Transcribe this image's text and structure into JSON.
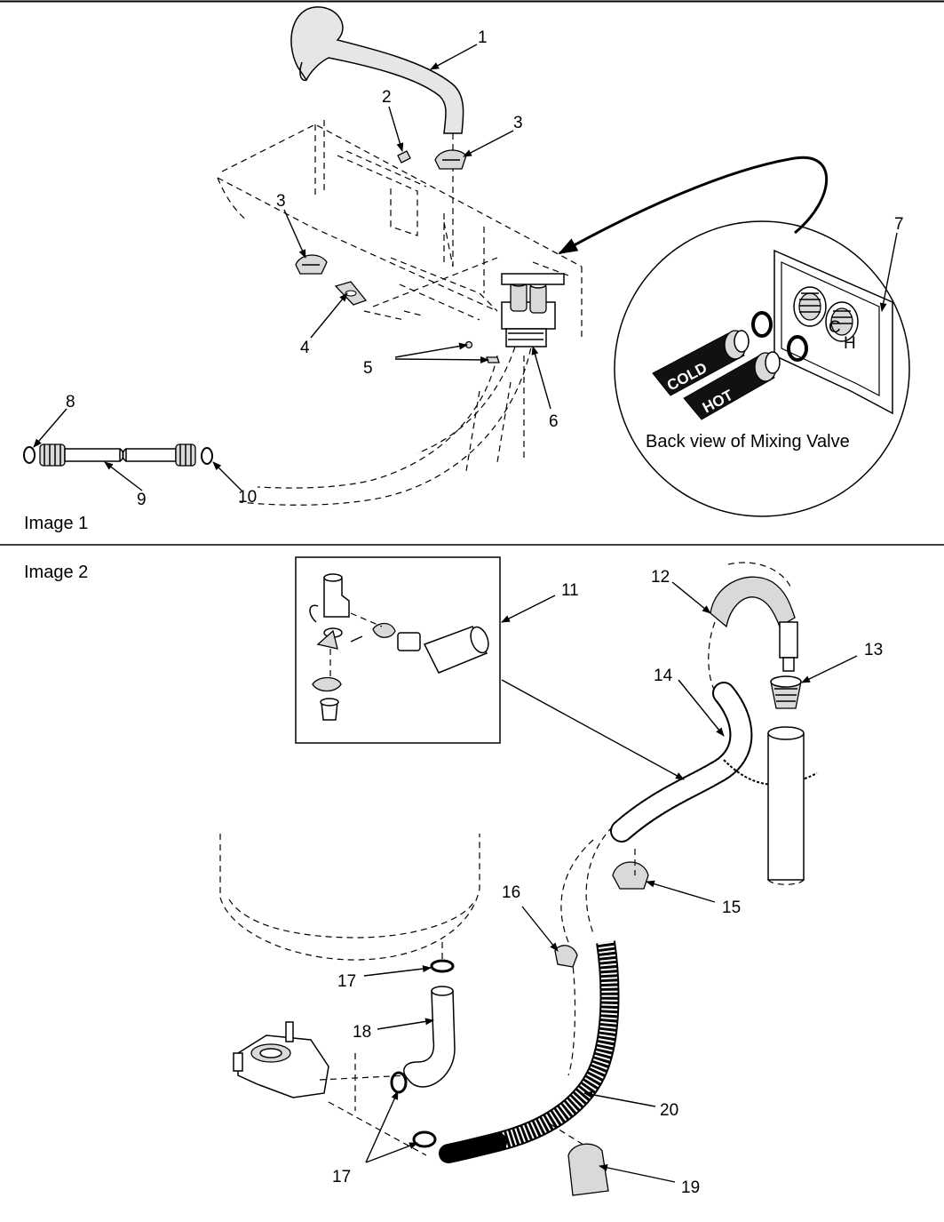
{
  "sections": [
    {
      "caption": "Image 1"
    },
    {
      "caption": "Image 2"
    }
  ],
  "inset": {
    "caption": "Back view of Mixing Valve",
    "hose_cold": "COLD",
    "hose_hot": "HOT",
    "port_cold": "C",
    "port_hot": "H"
  },
  "callouts_image1": [
    "1",
    "2",
    "3",
    "3",
    "4",
    "5",
    "6",
    "7",
    "8",
    "9",
    "10"
  ],
  "callouts_image2": [
    "11",
    "12",
    "13",
    "14",
    "15",
    "16",
    "17",
    "18",
    "20",
    "17",
    "19"
  ],
  "colors": {
    "line": "#000000",
    "background": "#ffffff"
  }
}
